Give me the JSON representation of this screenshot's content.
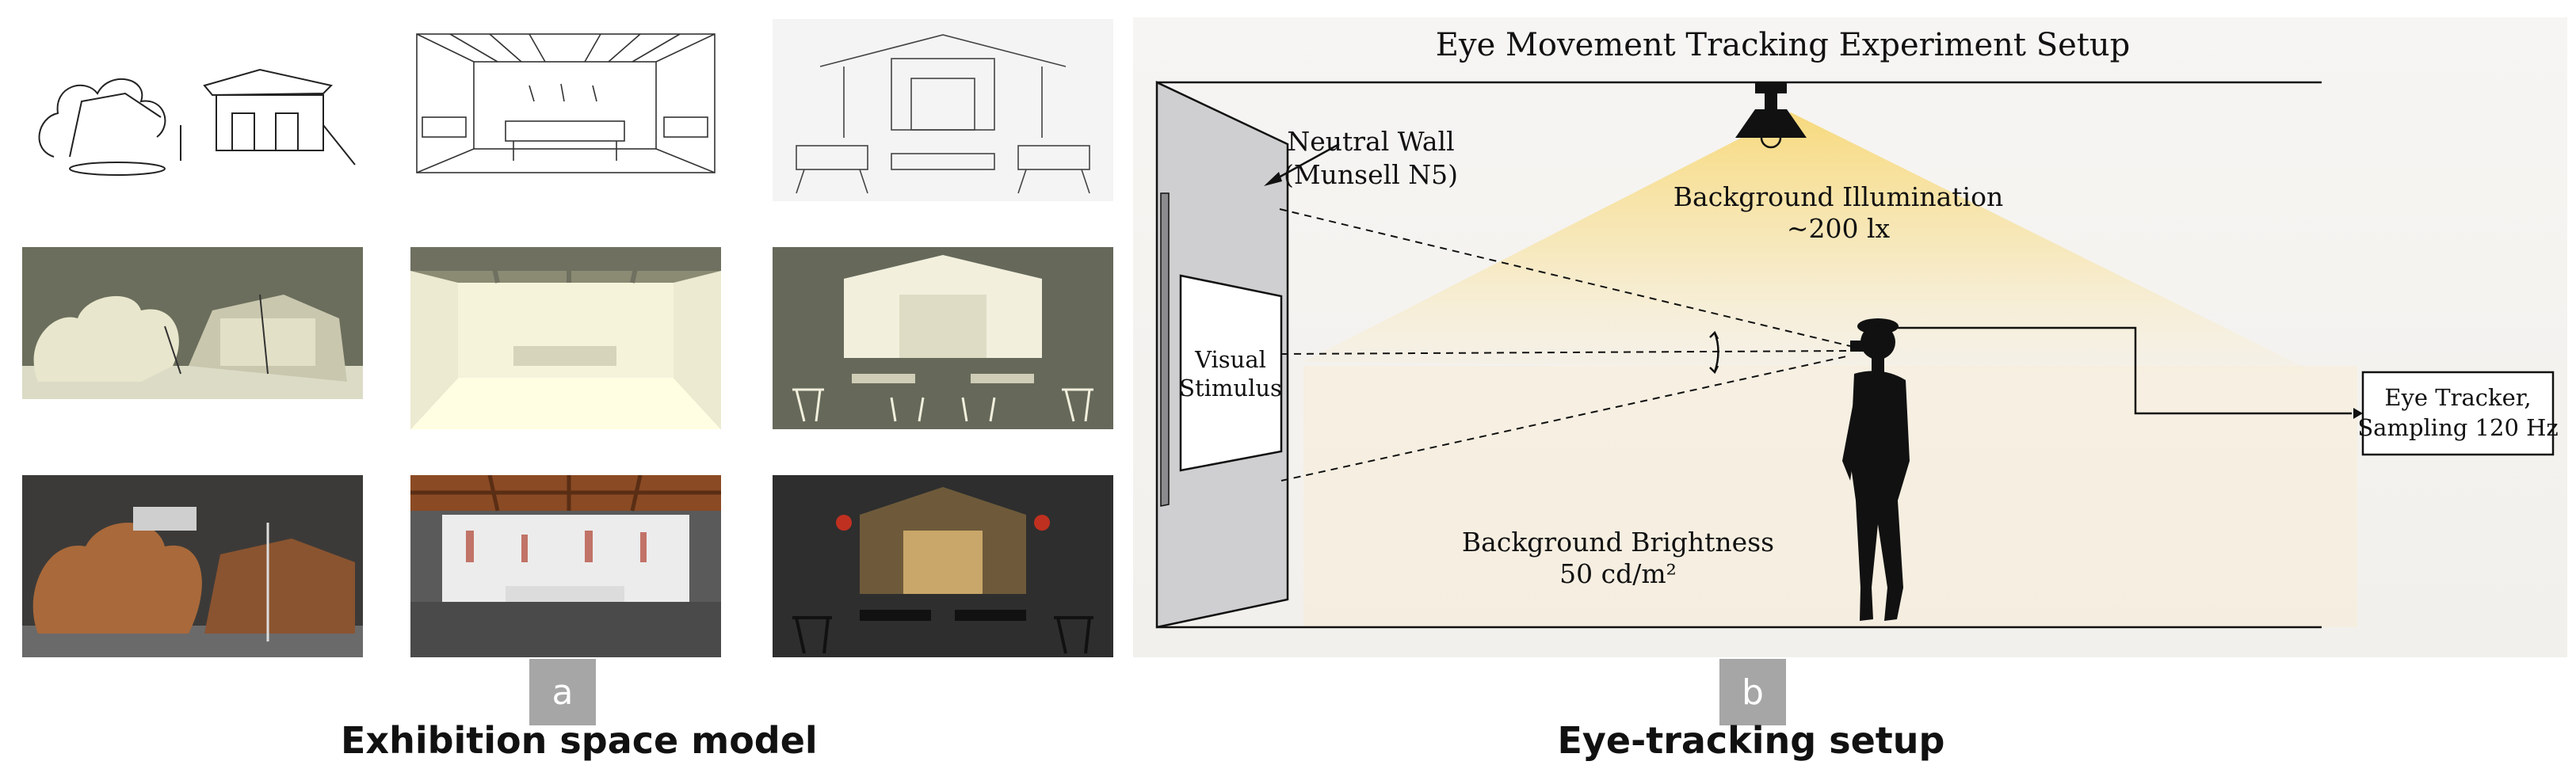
{
  "panel_a": {
    "tag": "a",
    "caption": "Exhibition space model"
  },
  "panel_b": {
    "tag": "b",
    "caption": "Eye-tracking setup",
    "title": "Eye Movement Tracking Experiment Setup",
    "wall_label_line1": "Neutral Wall",
    "wall_label_line2": "(Munsell N5)",
    "stimulus_line1": "Visual",
    "stimulus_line2": "Stimulus",
    "illumination_line1": "Background Illumination",
    "illumination_line2": "~200 lx",
    "brightness_line1": "Background Brightness",
    "brightness_line2": "50 cd/m²",
    "tracker_line1": "Eye Tracker,",
    "tracker_line2": "Sampling 120 Hz"
  },
  "colors": {
    "light_cone": "#f6dc8a",
    "wall": "#cfcfd1",
    "tag_bg": "#a6a6a6"
  }
}
